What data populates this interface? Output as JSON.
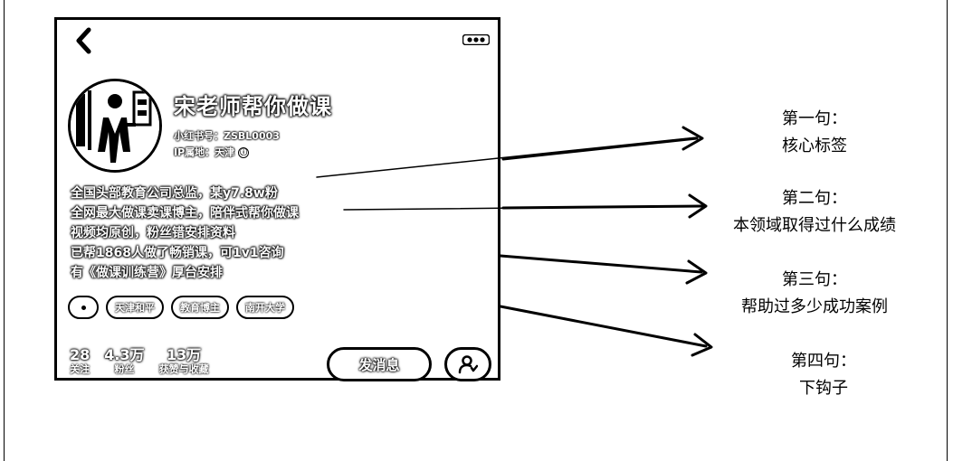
{
  "profile": {
    "name": "宋老师帮你做课",
    "account_id": "小红书号：ZSBL0003",
    "ip_location": "IP属地：天津",
    "info_icon": "ⓘ",
    "bio": [
      "全国头部教育公司总监，某y7.8w粉",
      "全网最大做课卖课博主，陪伴式帮你做课",
      "视频均原创，粉丝错安排资料",
      "已帮1868人做了畅销课，可1v1咨询",
      "有《做课训练营》厚台安排"
    ],
    "tags": [
      "天津和平",
      "教育博主",
      "南开大学"
    ],
    "stats": [
      {
        "value": "28",
        "label": "关注"
      },
      {
        "value": "4.3万",
        "label": "粉丝"
      },
      {
        "value": "13万",
        "label": "获赞与收藏"
      }
    ],
    "message_button": "发消息"
  },
  "icons": {
    "back": "chevron-left-icon",
    "more": "more-dots-icon",
    "gender": "gender-dot-icon",
    "follow": "user-add-icon"
  },
  "annotations": [
    {
      "title": "第一句：",
      "desc": "核心标签"
    },
    {
      "title": "第二句：",
      "desc": "本领域取得过什么成绩"
    },
    {
      "title": "第三句：",
      "desc": "帮助过多少成功案例"
    },
    {
      "title": "第四句：",
      "desc": "下钩子"
    }
  ]
}
